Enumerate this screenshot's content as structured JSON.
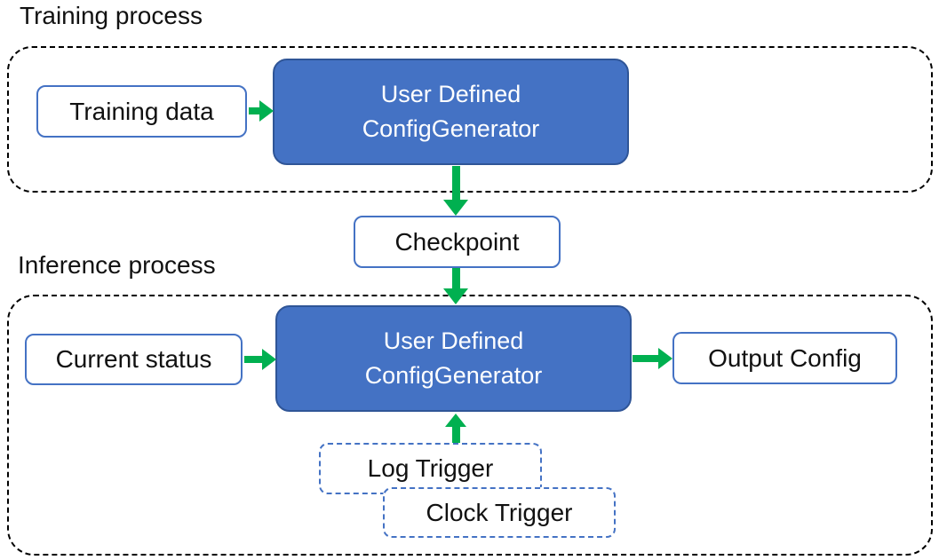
{
  "training": {
    "title": "Training process",
    "input_label": "Training data",
    "generator": {
      "line1": "User Defined",
      "line2": "ConfigGenerator"
    }
  },
  "checkpoint_label": "Checkpoint",
  "inference": {
    "title": "Inference process",
    "input_label": "Current status",
    "generator": {
      "line1": "User Defined",
      "line2": "ConfigGenerator"
    },
    "output_label": "Output Config",
    "log_trigger_label": "Log Trigger",
    "clock_trigger_label": "Clock Trigger"
  },
  "colors": {
    "box_fill": "#4472C4",
    "box_border": "#2F5597",
    "light_border": "#4472C4",
    "arrow_green": "#00B050",
    "dash_color": "#000000",
    "text_color": "#111111"
  }
}
